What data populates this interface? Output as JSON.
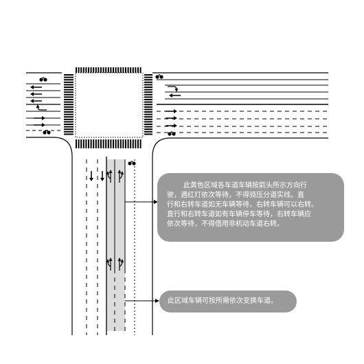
{
  "callouts": {
    "yellow_zone_lines": [
      "此黄色区域各车道车辆按箭头所示方向行",
      "驶，遇红灯依次等待，不得骑压分道实线。直",
      "行和右转车道如无车辆等待，右转车辆可以右转。",
      "直行和右转车道如有车辆停车等待，右转车辆应",
      "依次等待，不得借用非机动车道右转。"
    ],
    "lane_change_zone": "此区域车辆可按所需依次变换车道。"
  },
  "colors": {
    "callout_bg": "#9a9a9a",
    "callout_text": "#ffffff",
    "road_line": "#000000",
    "zone_fill": "#dcdcdc"
  },
  "icons": [
    "bicycle-icon",
    "straight-arrow-icon",
    "straight-left-arrow-icon",
    "straight-right-arrow-icon",
    "left-turn-arrow-icon"
  ]
}
